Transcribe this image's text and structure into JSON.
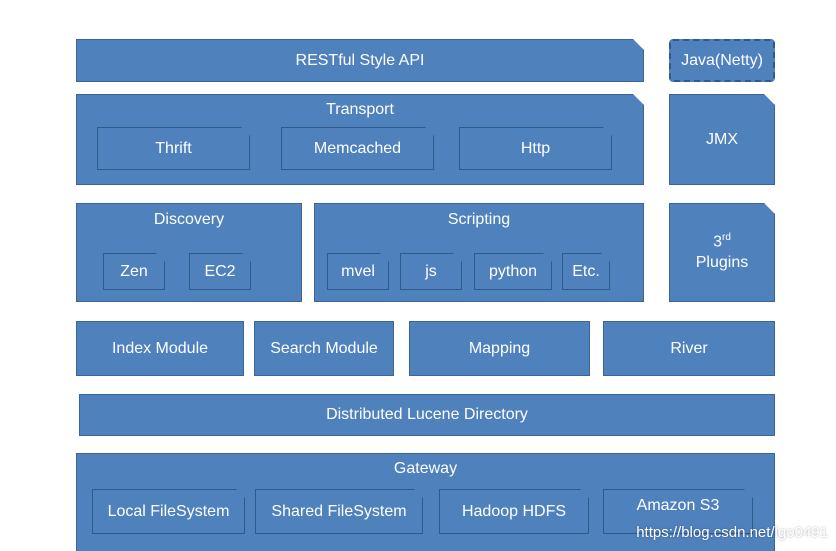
{
  "api": "RESTful Style API",
  "java": "Java(Netty)",
  "transport": {
    "title": "Transport",
    "items": [
      "Thrift",
      "Memcached",
      "Http"
    ]
  },
  "jmx": "JMX",
  "discovery": {
    "title": "Discovery",
    "items": [
      "Zen",
      "EC2"
    ]
  },
  "scripting": {
    "title": "Scripting",
    "items": [
      "mvel",
      "js",
      "python",
      "Etc."
    ]
  },
  "plugins": {
    "sup": "rd",
    "base": "3",
    "label": "Plugins"
  },
  "modules": [
    "Index Module",
    "Search Module",
    "Mapping",
    "River"
  ],
  "lucene": "Distributed Lucene Directory",
  "gateway": {
    "title": "Gateway",
    "items": [
      "Local FileSystem",
      "Shared FileSystem",
      "Hadoop HDFS",
      "Amazon S3"
    ]
  },
  "watermark": "https://blog.csdn.net/lgo0491"
}
